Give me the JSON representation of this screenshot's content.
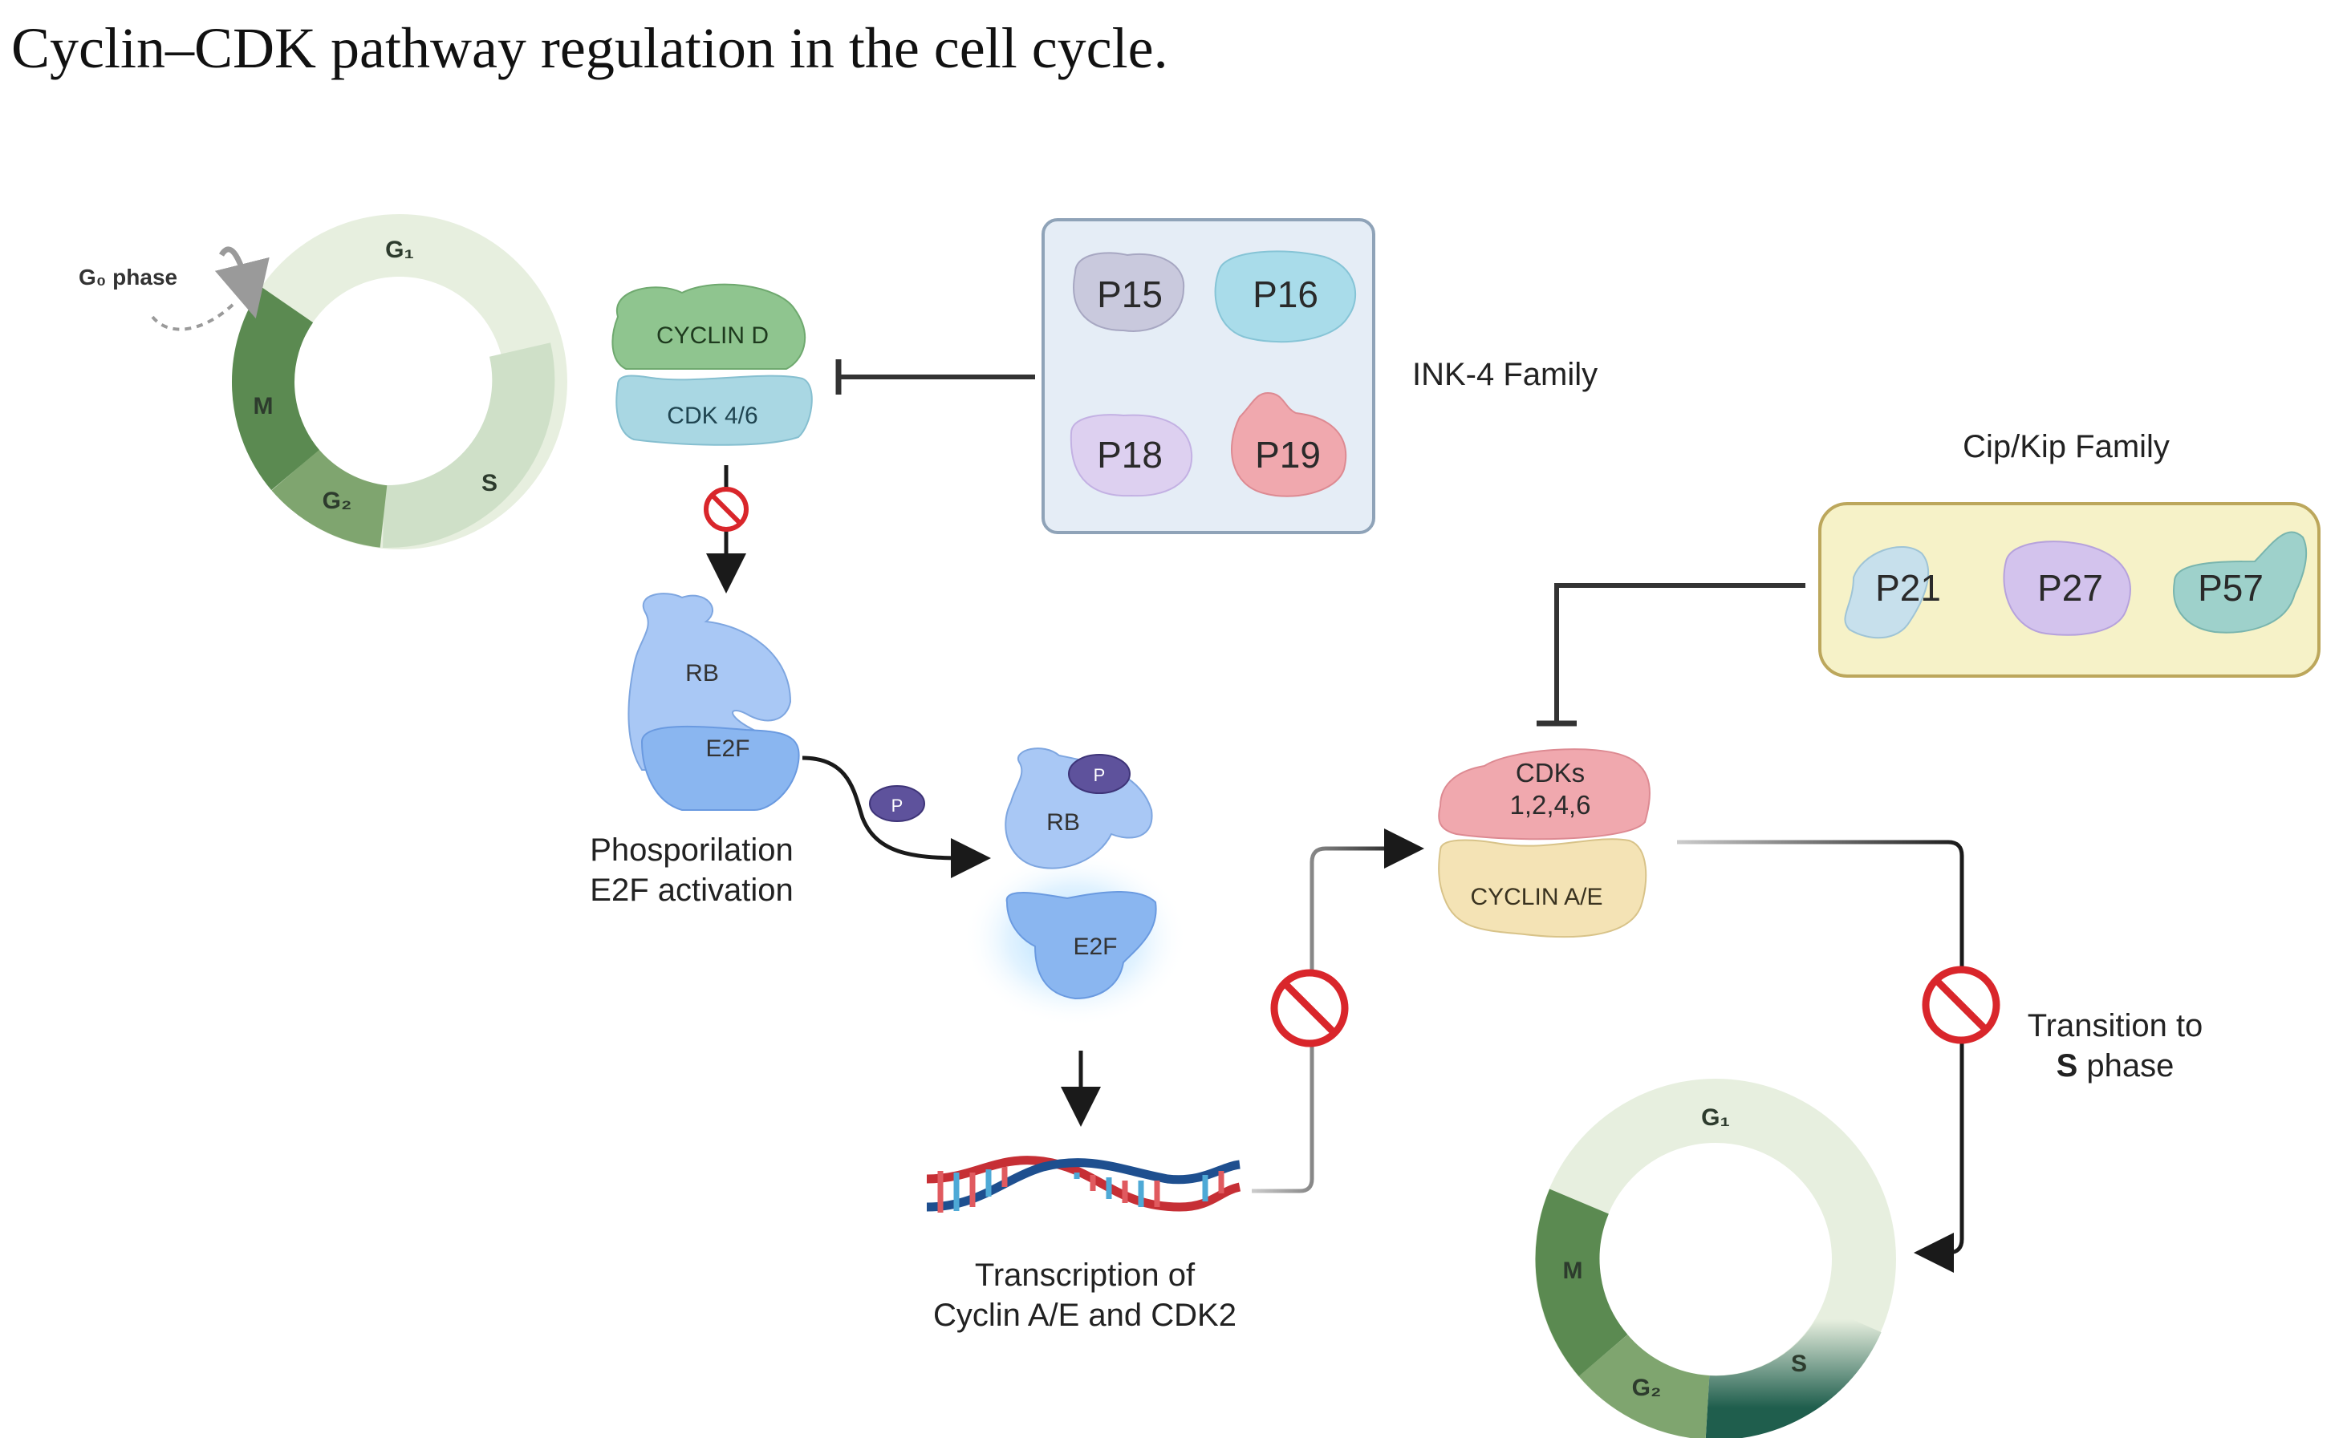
{
  "title": "Cyclin–CDK pathway regulation in the cell cycle.",
  "cycle_top": {
    "g0_label": "G₀ phase",
    "phases": [
      "G₁",
      "S",
      "G₂",
      "M"
    ]
  },
  "cycle_bottom": {
    "phases": [
      "G₁",
      "S",
      "G₂",
      "M"
    ]
  },
  "cyclin_d": "CYCLIN D",
  "cdk46": "CDK 4/6",
  "ink4": {
    "title": "INK-4 Family",
    "members": [
      "P15",
      "P16",
      "P18",
      "P19"
    ]
  },
  "cipkip": {
    "title": "Cip/Kip Family",
    "members": [
      "P21",
      "P27",
      "P57"
    ]
  },
  "rb_complex": {
    "rb": "RB",
    "e2f": "E2F"
  },
  "phospho_label": [
    "Phosporilation",
    "E2F activation"
  ],
  "phosphate": "P",
  "active": {
    "rb": "RB",
    "e2f": "E2F",
    "p": "P"
  },
  "transcription_label": [
    "Transcription of",
    "Cyclin A/E and CDK2"
  ],
  "cdks_label": [
    "CDKs",
    "1,2,4,6"
  ],
  "cyclin_ae": "CYCLIN A/E",
  "transition_label": [
    "Transition to",
    "S",
    " phase"
  ],
  "colors": {
    "g1": "#e7efdf",
    "s": "#cfe0c8",
    "g2": "#7fa56f",
    "m": "#5b8a51",
    "s_dark": "#1f5e4d",
    "inhibit": "#d9262b"
  }
}
